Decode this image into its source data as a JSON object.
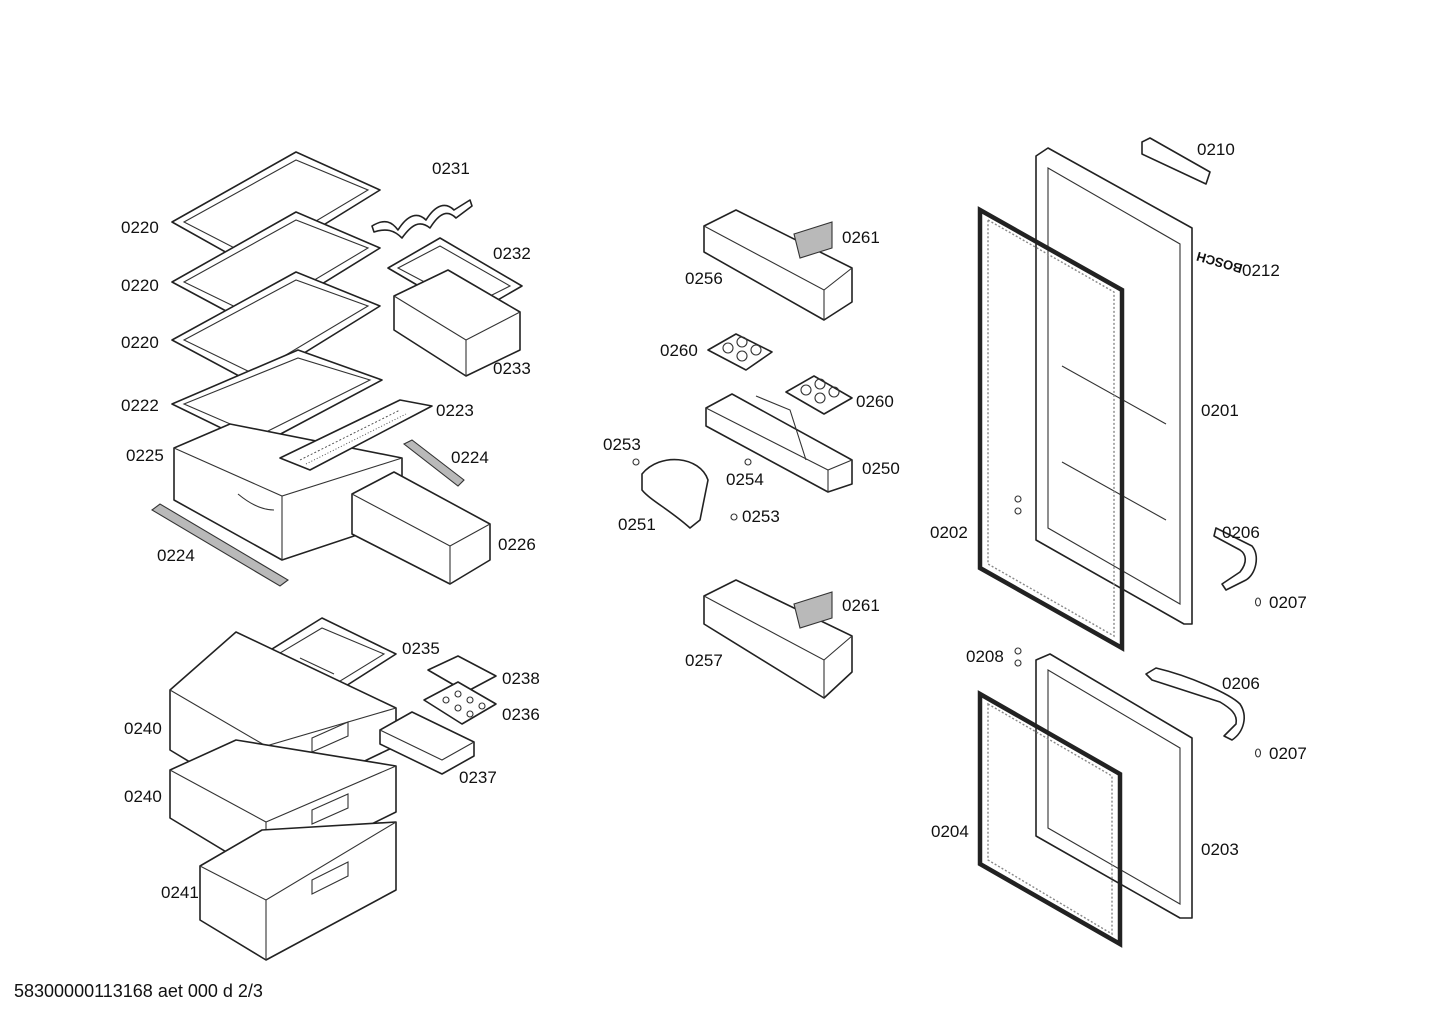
{
  "part_labels": {
    "p0220_a": "0220",
    "p0220_b": "0220",
    "p0220_c": "0220",
    "p0222": "0222",
    "p0225": "0225",
    "p0224_a": "0224",
    "p0224_b": "0224",
    "p0231": "0231",
    "p0232": "0232",
    "p0233": "0233",
    "p0223": "0223",
    "p0226": "0226",
    "p0235": "0235",
    "p0238": "0238",
    "p0236": "0236",
    "p0237": "0237",
    "p0240_a": "0240",
    "p0240_b": "0240",
    "p0241": "0241",
    "p0261_a": "0261",
    "p0256": "0256",
    "p0260_a": "0260",
    "p0260_b": "0260",
    "p0253_a": "0253",
    "p0254": "0254",
    "p0250": "0250",
    "p0251": "0251",
    "p0253_b": "0253",
    "p0261_b": "0261",
    "p0257": "0257",
    "p0210": "0210",
    "p0212": "0212",
    "p0201": "0201",
    "p0202": "0202",
    "p0206_a": "0206",
    "p0207_a": "0207",
    "p0208": "0208",
    "p0206_b": "0206",
    "p0207_b": "0207",
    "p0204": "0204",
    "p0203": "0203"
  },
  "brand_text": "BOSCH",
  "drawing_number": "58300000113168 aet 000 d 2/3"
}
